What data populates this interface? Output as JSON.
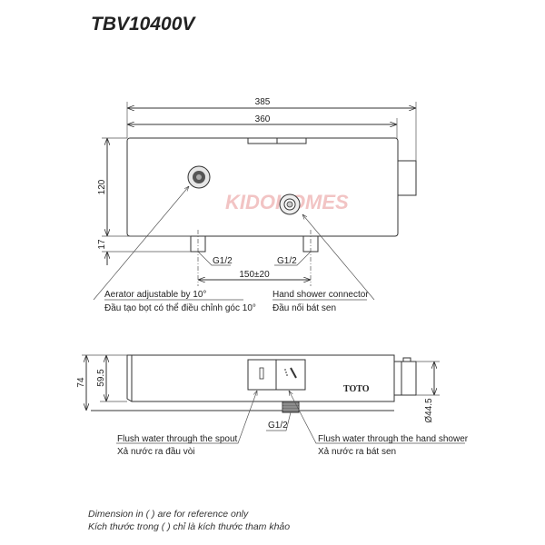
{
  "title": "TBV10400V",
  "watermark": "KIDOHOMES",
  "top_view": {
    "dim_overall": "385",
    "dim_body": "360",
    "dim_height": "120",
    "dim_fitting": "17",
    "thread_left": "G1/2",
    "thread_right": "G1/2",
    "dim_spacing": "150±20",
    "aerator_en": "Aerator adjustable by 10°",
    "aerator_vi": "Đầu tạo bọt có thể điều chỉnh góc 10°",
    "connector_en": "Hand shower connector",
    "connector_vi": "Đầu nối bát sen"
  },
  "side_view": {
    "dim_total": "74",
    "dim_body": "59.5",
    "dim_diameter": "Ø44.5",
    "thread": "G1/2",
    "brand": "TOTO",
    "spout_en": "Flush water through the spout",
    "spout_vi": "Xả nước ra  đầu vòi",
    "shower_en": "Flush water through the hand shower",
    "shower_vi": "Xả nước ra bát sen"
  },
  "notes": {
    "en": "Dimension in ( ) are for reference only",
    "vi": "Kích thước trong ( ) chỉ là kích thước tham khảo"
  }
}
